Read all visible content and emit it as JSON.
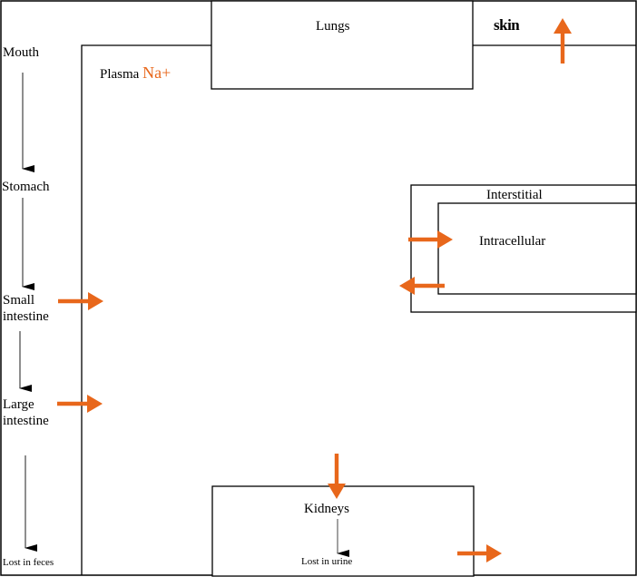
{
  "colors": {
    "accent": "#e8671b",
    "line": "#000000",
    "background": "#ffffff"
  },
  "compartments": {
    "plasma": {
      "label": "Plasma",
      "ion": "Na+"
    },
    "lungs": {
      "label": "Lungs"
    },
    "skin": {
      "label": "skin"
    },
    "interstitial": {
      "label": "Interstitial"
    },
    "intracellular": {
      "label": "Intracellular"
    },
    "kidneys": {
      "label": "Kidneys",
      "output": "Lost in urine"
    }
  },
  "gi_tract": {
    "steps": [
      {
        "line1": "Mouth"
      },
      {
        "line1": "Stomach"
      },
      {
        "line1": "Small",
        "line2": "intestine"
      },
      {
        "line1": "Large",
        "line2": "intestine"
      }
    ],
    "output": "Lost in feces"
  },
  "flows": [
    {
      "name": "small-intestine-to-plasma",
      "direction": "right"
    },
    {
      "name": "large-intestine-to-plasma",
      "direction": "right"
    },
    {
      "name": "plasma-to-skin",
      "direction": "up"
    },
    {
      "name": "interstitial-to-intracellular",
      "direction": "right"
    },
    {
      "name": "intracellular-to-interstitial",
      "direction": "left"
    },
    {
      "name": "plasma-to-kidneys",
      "direction": "down"
    },
    {
      "name": "kidneys-out",
      "direction": "right"
    }
  ]
}
